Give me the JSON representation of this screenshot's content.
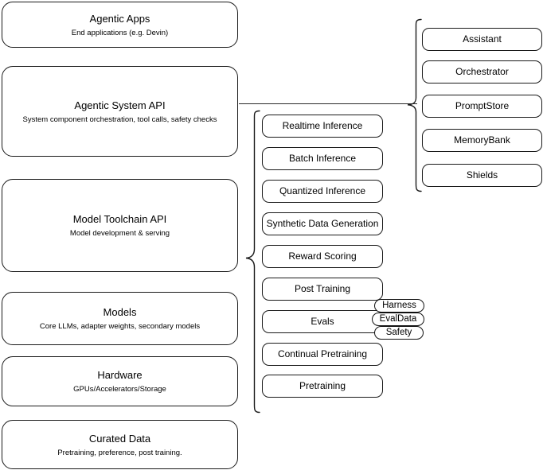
{
  "diagram": {
    "title": "AI stack layered architecture diagram",
    "stroke_color": "#1a1a1a",
    "background_color": "#ffffff"
  },
  "left_stack": {
    "name": "platform-layers",
    "items": [
      {
        "title": "Agentic Apps",
        "subtitle": "End applications (e.g. Devin)"
      },
      {
        "title": "Agentic System API",
        "subtitle": "System component orchestration, tool calls, safety checks"
      },
      {
        "title": "Model Toolchain API",
        "subtitle": "Model development & serving"
      },
      {
        "title": "Models",
        "subtitle": "Core LLMs, adapter weights, secondary models"
      },
      {
        "title": "Hardware",
        "subtitle": "GPUs/Accelerators/Storage"
      },
      {
        "title": "Curated Data",
        "subtitle": "Pretraining, preference, post training."
      }
    ]
  },
  "toolchain_group": {
    "name": "model-toolchain-capabilities",
    "items": [
      {
        "label": "Realtime Inference"
      },
      {
        "label": "Batch Inference"
      },
      {
        "label": "Quantized Inference"
      },
      {
        "label": "Synthetic Data Generation"
      },
      {
        "label": "Reward Scoring"
      },
      {
        "label": "Post Training"
      },
      {
        "label": "Evals"
      },
      {
        "label": "Continual Pretraining"
      },
      {
        "label": "Pretraining"
      }
    ]
  },
  "evals_badges": {
    "name": "evals-subcomponents",
    "items": [
      {
        "label": "Harness"
      },
      {
        "label": "EvalData"
      },
      {
        "label": "Safety"
      }
    ]
  },
  "agentic_group": {
    "name": "agentic-system-components",
    "items": [
      {
        "label": "Assistant"
      },
      {
        "label": "Orchestrator"
      },
      {
        "label": "PromptStore"
      },
      {
        "label": "MemoryBank"
      },
      {
        "label": "Shields"
      }
    ]
  }
}
